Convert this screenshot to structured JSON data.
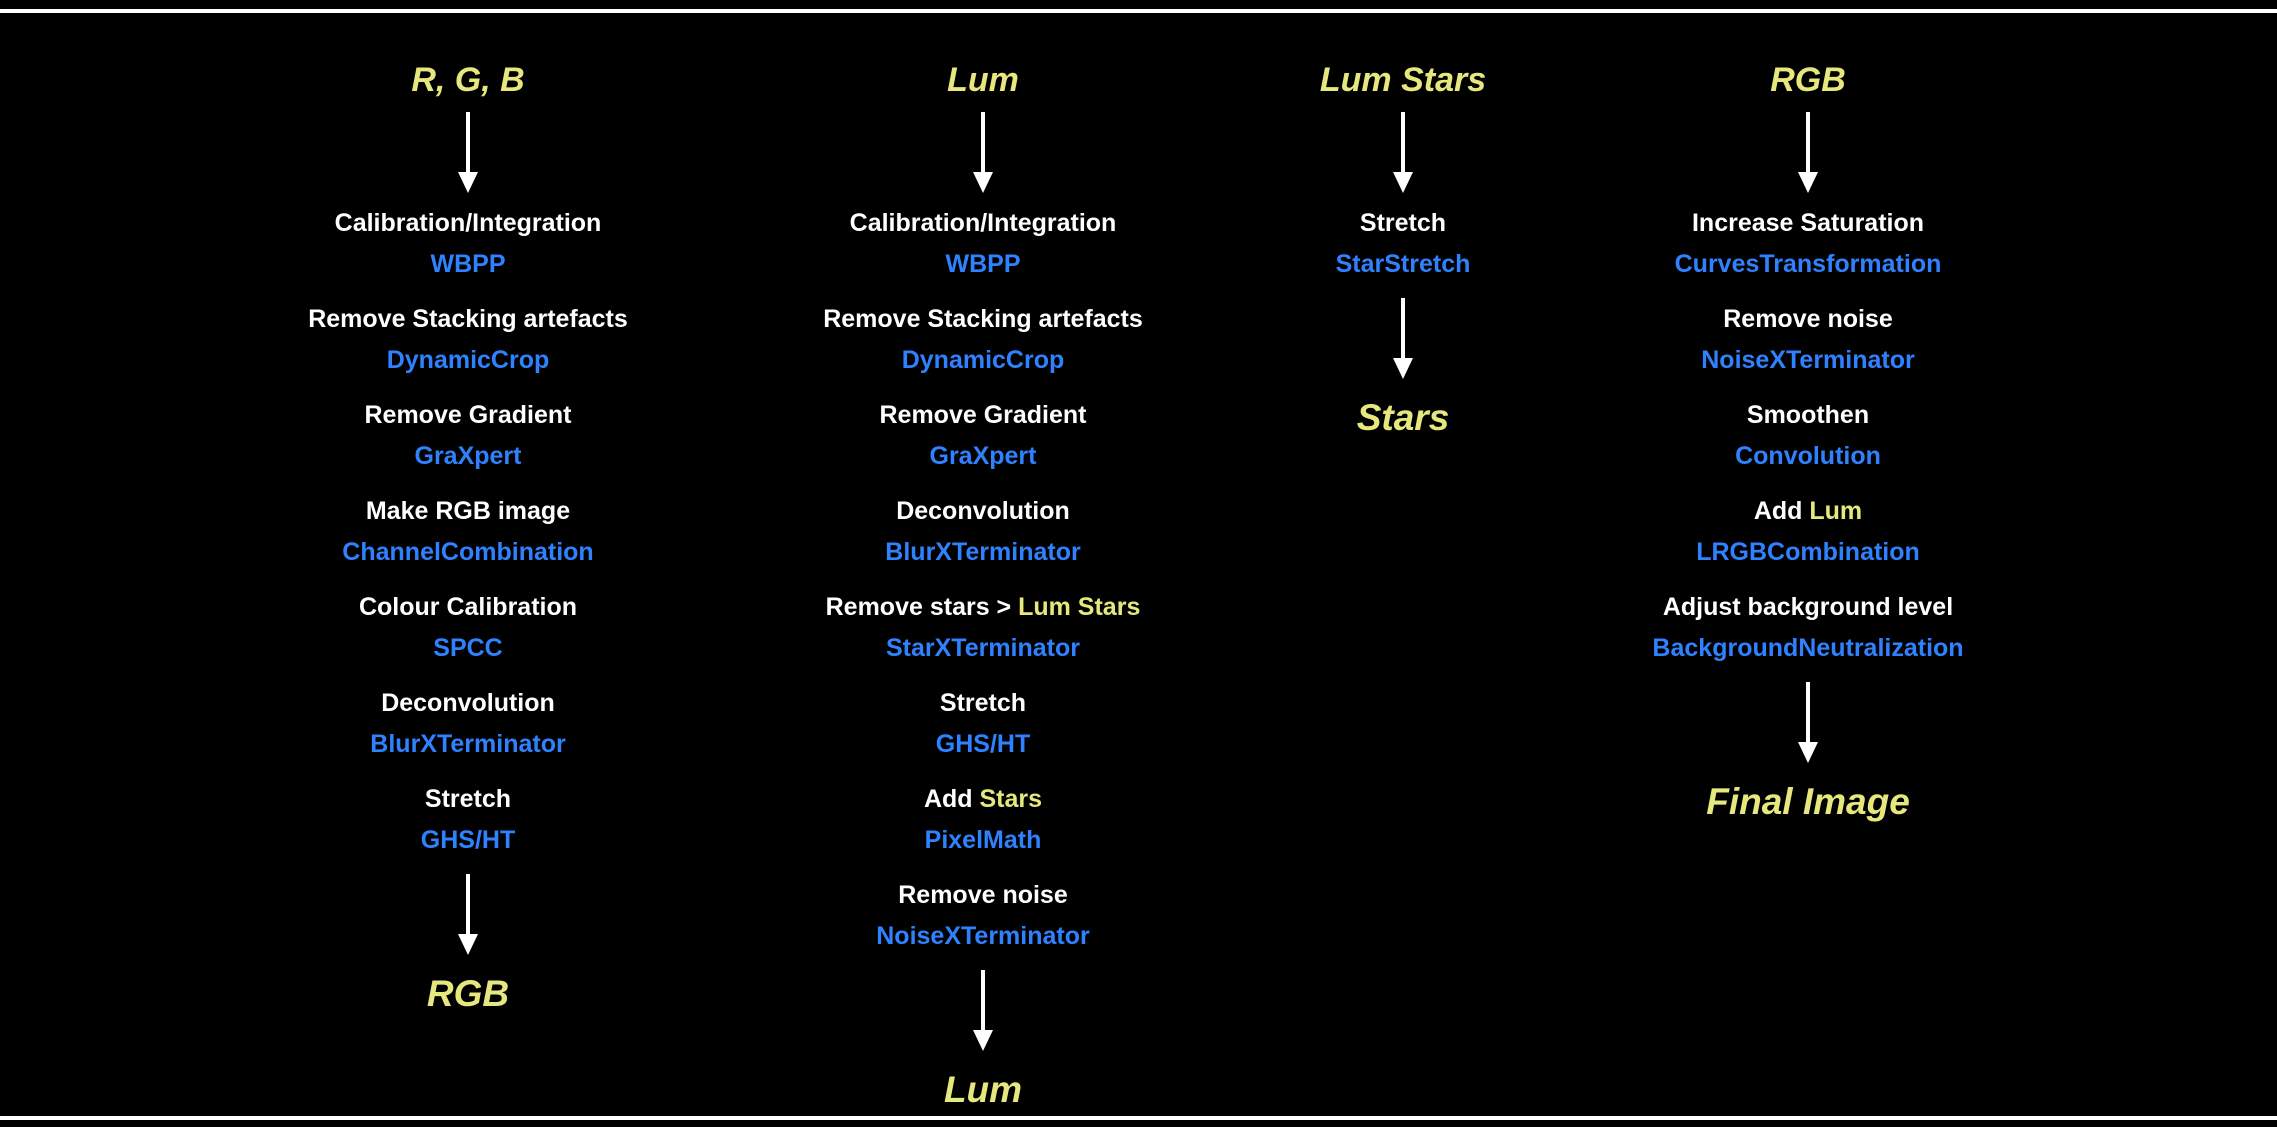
{
  "diagram": {
    "colors": {
      "background": "#000000",
      "text": "#ffffff",
      "tool": "#2f82ff",
      "accent": "#e6e77d",
      "arrow": "#ffffff",
      "frame_line": "#ffffff"
    },
    "columns": [
      {
        "title": "R, G, B",
        "result": "RGB",
        "steps": [
          {
            "label": [
              {
                "t": "Calibration/Integration",
                "c": "base"
              }
            ],
            "tool": "WBPP"
          },
          {
            "label": [
              {
                "t": "Remove Stacking artefacts",
                "c": "base"
              }
            ],
            "tool": "DynamicCrop"
          },
          {
            "label": [
              {
                "t": "Remove Gradient",
                "c": "base"
              }
            ],
            "tool": "GraXpert"
          },
          {
            "label": [
              {
                "t": "Make RGB image",
                "c": "base"
              }
            ],
            "tool": "ChannelCombination"
          },
          {
            "label": [
              {
                "t": "Colour Calibration",
                "c": "base"
              }
            ],
            "tool": "SPCC"
          },
          {
            "label": [
              {
                "t": "Deconvolution",
                "c": "base"
              }
            ],
            "tool": "BlurXTerminator"
          },
          {
            "label": [
              {
                "t": "Stretch",
                "c": "base"
              }
            ],
            "tool": "GHS/HT"
          }
        ]
      },
      {
        "title": "Lum",
        "result": "Lum",
        "steps": [
          {
            "label": [
              {
                "t": "Calibration/Integration",
                "c": "base"
              }
            ],
            "tool": "WBPP"
          },
          {
            "label": [
              {
                "t": "Remove Stacking artefacts",
                "c": "base"
              }
            ],
            "tool": "DynamicCrop"
          },
          {
            "label": [
              {
                "t": "Remove Gradient",
                "c": "base"
              }
            ],
            "tool": "GraXpert"
          },
          {
            "label": [
              {
                "t": "Deconvolution",
                "c": "base"
              }
            ],
            "tool": "BlurXTerminator"
          },
          {
            "label": [
              {
                "t": "Remove stars > ",
                "c": "base"
              },
              {
                "t": "Lum Stars",
                "c": "accent"
              }
            ],
            "tool": "StarXTerminator"
          },
          {
            "label": [
              {
                "t": "Stretch",
                "c": "base"
              }
            ],
            "tool": "GHS/HT"
          },
          {
            "label": [
              {
                "t": "Add ",
                "c": "base"
              },
              {
                "t": "Stars",
                "c": "accent"
              }
            ],
            "tool": "PixelMath"
          },
          {
            "label": [
              {
                "t": "Remove noise",
                "c": "base"
              }
            ],
            "tool": "NoiseXTerminator"
          }
        ]
      },
      {
        "title": "Lum Stars",
        "result": "Stars",
        "steps": [
          {
            "label": [
              {
                "t": "Stretch",
                "c": "base"
              }
            ],
            "tool": "StarStretch"
          }
        ]
      },
      {
        "title": "RGB",
        "result": "Final Image",
        "steps": [
          {
            "label": [
              {
                "t": "Increase Saturation",
                "c": "base"
              }
            ],
            "tool": "CurvesTransformation"
          },
          {
            "label": [
              {
                "t": "Remove noise",
                "c": "base"
              }
            ],
            "tool": "NoiseXTerminator"
          },
          {
            "label": [
              {
                "t": "Smoothen",
                "c": "base"
              }
            ],
            "tool": "Convolution"
          },
          {
            "label": [
              {
                "t": "Add ",
                "c": "base"
              },
              {
                "t": "Lum",
                "c": "accent"
              }
            ],
            "tool": "LRGBCombination"
          },
          {
            "label": [
              {
                "t": "Adjust background level",
                "c": "base"
              }
            ],
            "tool": "BackgroundNeutralization"
          }
        ]
      }
    ]
  }
}
